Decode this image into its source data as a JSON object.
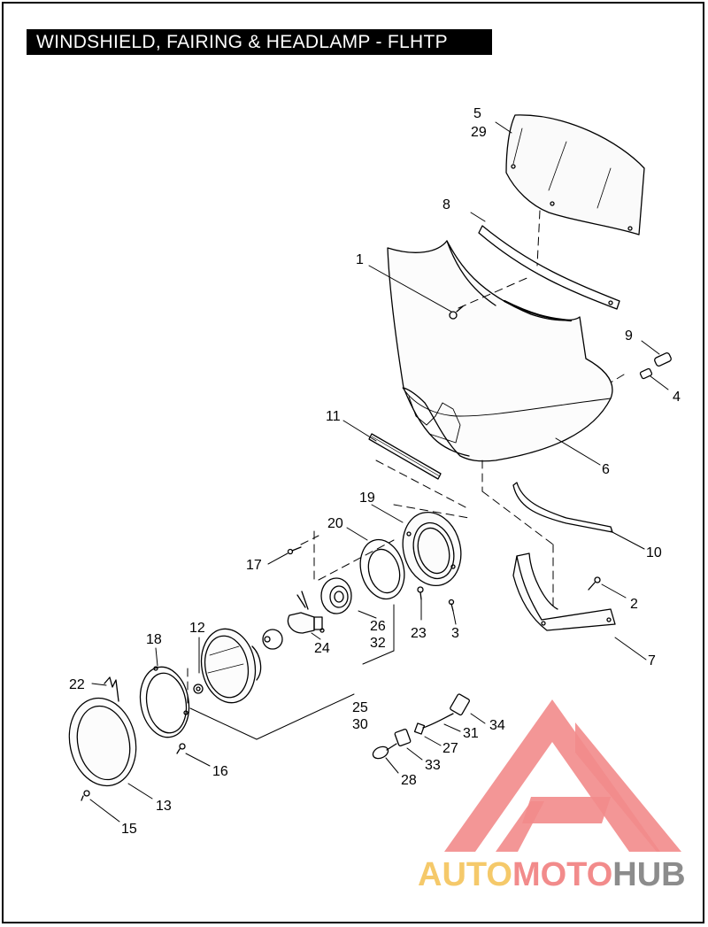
{
  "title": "WINDSHIELD, FAIRING & HEADLAMP - FLHTP",
  "callouts": {
    "c1": "1",
    "c2": "2",
    "c3": "3",
    "c4": "4",
    "c5": "5",
    "c29": "29",
    "c6": "6",
    "c7": "7",
    "c8": "8",
    "c9": "9",
    "c10": "10",
    "c11": "11",
    "c12": "12",
    "c13": "13",
    "c15": "15",
    "c16": "16",
    "c17": "17",
    "c18": "18",
    "c19": "19",
    "c20": "20",
    "c22": "22",
    "c23": "23",
    "c24": "24",
    "c25": "25",
    "c30": "30",
    "c26": "26",
    "c32": "32",
    "c27": "27",
    "c28": "28",
    "c31": "31",
    "c33": "33",
    "c34": "34"
  },
  "watermark": {
    "word_auto": "AUTO",
    "word_moto": "MOTO",
    "word_hub": "HUB",
    "color_auto": "#f5c96a",
    "color_moto": "#f28b8b",
    "color_hub": "#8c8c8c",
    "logo_color": "#f28b8b"
  }
}
